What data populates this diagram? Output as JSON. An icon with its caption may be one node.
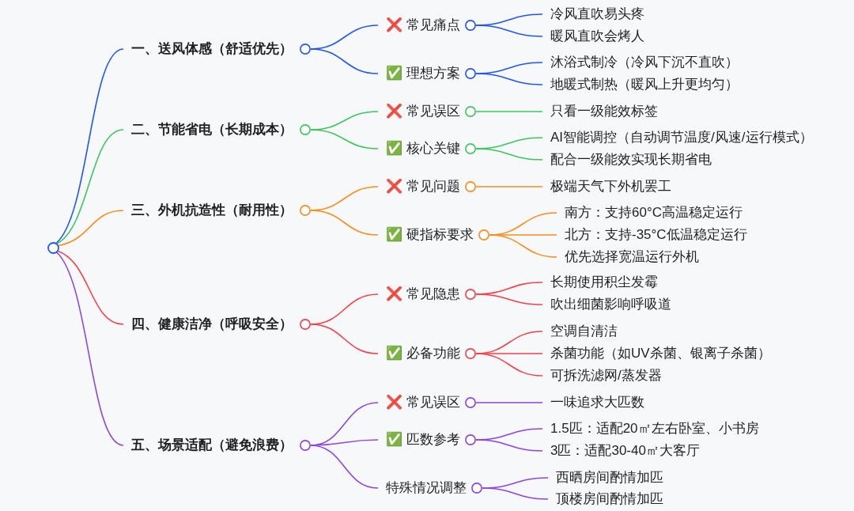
{
  "diagram": {
    "nodes": [
      {
        "text": [],
        "shape": "circle"
      },
      {
        "text": [
          "一、送风体感（舒适优先）"
        ]
      },
      {
        "text": [
          "❌ 常见痛点"
        ]
      },
      {
        "text": [
          "冷风直吹易头疼"
        ]
      },
      {
        "text": [
          "暖风直吹会烤人"
        ]
      },
      {
        "text": [
          "✅ 理想方案"
        ]
      },
      {
        "text": [
          "沐浴式制冷（冷风下沉不直吹）"
        ]
      },
      {
        "text": [
          "地暖式制热（暖风上升更均匀）"
        ]
      },
      {
        "text": [
          "二、节能省电（长期成本）"
        ]
      },
      {
        "text": [
          "❌ 常见误区"
        ]
      },
      {
        "text": [
          "只看一级能效标签"
        ]
      },
      {
        "text": [
          "✅ 核心关键"
        ]
      },
      {
        "text": [
          "AI智能调控（自动调节温度/风速/运行模式）"
        ]
      },
      {
        "text": [
          "配合一级能效实现长期省电"
        ]
      },
      {
        "text": [
          "三、外机抗造性（耐用性）"
        ]
      },
      {
        "text": [
          "❌ 常见问题"
        ]
      },
      {
        "text": [
          "极端天气下外机罢工"
        ]
      },
      {
        "text": [
          "✅ 硬指标要求"
        ]
      },
      {
        "text": [
          "南方：支持60°C高温稳定运行"
        ]
      },
      {
        "text": [
          "北方：支持-35°C低温稳定运行"
        ]
      },
      {
        "text": [
          "优先选择宽温运行外机"
        ]
      },
      {
        "text": [
          "四、健康洁净（呼吸安全）"
        ]
      },
      {
        "text": [
          "❌ 常见隐患"
        ]
      },
      {
        "text": [
          "长期使用积尘发霉"
        ]
      },
      {
        "text": [
          "吹出细菌影响呼吸道"
        ]
      },
      {
        "text": [
          "✅ 必备功能"
        ]
      },
      {
        "text": [
          "空调自清洁"
        ]
      },
      {
        "text": [
          "杀菌功能（如UV杀菌、银离子杀菌）"
        ]
      },
      {
        "text": [
          "可拆洗滤网/蒸发器"
        ]
      },
      {
        "text": [
          "五、场景适配（避免浪费）"
        ]
      },
      {
        "text": [
          "❌ 常见误区"
        ]
      },
      {
        "text": [
          "一味追求大匹数"
        ]
      },
      {
        "text": [
          "✅ 匹数参考"
        ]
      },
      {
        "text": [
          "1.5匹：适配20㎡左右卧室、小书房"
        ]
      },
      {
        "text": [
          "3匹：适配30-40㎡大客厅"
        ]
      },
      {
        "text": [
          "特殊情况调整"
        ]
      },
      {
        "text": [
          "西晒房间酌情加匹"
        ]
      },
      {
        "text": [
          "顶楼房间酌情加匹"
        ]
      }
    ],
    "edges": [
      {
        "from": 0,
        "to": 1,
        "arrow": "none",
        "color": "#1f55fb"
      },
      {
        "from": 1,
        "to": 2,
        "arrow": "none",
        "color": "#1f55fb"
      },
      {
        "from": 2,
        "to": 3,
        "arrow": "none",
        "color": "#1f55fb"
      },
      {
        "from": 2,
        "to": 4,
        "arrow": "none",
        "color": "#1f55fb"
      },
      {
        "from": 1,
        "to": 5,
        "arrow": "none",
        "color": "#1f55fb"
      },
      {
        "from": 5,
        "to": 6,
        "arrow": "none",
        "color": "#1f55fb"
      },
      {
        "from": 5,
        "to": 7,
        "arrow": "none",
        "color": "#1f55fb"
      },
      {
        "from": 0,
        "to": 8,
        "arrow": "none",
        "color": "#3cc75c"
      },
      {
        "from": 8,
        "to": 9,
        "arrow": "none",
        "color": "#3cc75c"
      },
      {
        "from": 9,
        "to": 10,
        "arrow": "none",
        "color": "#3cc75c"
      },
      {
        "from": 8,
        "to": 11,
        "arrow": "none",
        "color": "#3cc75c"
      },
      {
        "from": 11,
        "to": 12,
        "arrow": "none",
        "color": "#3cc75c"
      },
      {
        "from": 11,
        "to": 13,
        "arrow": "none",
        "color": "#3cc75c"
      },
      {
        "from": 0,
        "to": 14,
        "arrow": "none",
        "color": "#fb8c1e"
      },
      {
        "from": 14,
        "to": 15,
        "arrow": "none",
        "color": "#fb8c1e"
      },
      {
        "from": 15,
        "to": 16,
        "arrow": "none",
        "color": "#fb8c1e"
      },
      {
        "from": 14,
        "to": 17,
        "arrow": "none",
        "color": "#fb8c1e"
      },
      {
        "from": 17,
        "to": 18,
        "arrow": "none",
        "color": "#fb8c1e"
      },
      {
        "from": 17,
        "to": 19,
        "arrow": "none",
        "color": "#fb8c1e"
      },
      {
        "from": 17,
        "to": 20,
        "arrow": "none",
        "color": "#fb8c1e"
      },
      {
        "from": 0,
        "to": 21,
        "arrow": "none",
        "color": "#f5414b"
      },
      {
        "from": 21,
        "to": 22,
        "arrow": "none",
        "color": "#f5414b"
      },
      {
        "from": 22,
        "to": 23,
        "arrow": "none",
        "color": "#f5414b"
      },
      {
        "from": 22,
        "to": 24,
        "arrow": "none",
        "color": "#f5414b"
      },
      {
        "from": 21,
        "to": 25,
        "arrow": "none",
        "color": "#f5414b"
      },
      {
        "from": 25,
        "to": 26,
        "arrow": "none",
        "color": "#f5414b"
      },
      {
        "from": 25,
        "to": 27,
        "arrow": "none",
        "color": "#f5414b"
      },
      {
        "from": 25,
        "to": 28,
        "arrow": "none",
        "color": "#f5414b"
      },
      {
        "from": 0,
        "to": 29,
        "arrow": "none",
        "color": "#8b45e6"
      },
      {
        "from": 29,
        "to": 30,
        "arrow": "none",
        "color": "#8b45e6"
      },
      {
        "from": 30,
        "to": 31,
        "arrow": "none",
        "color": "#8b45e6"
      },
      {
        "from": 29,
        "to": 32,
        "arrow": "none",
        "color": "#8b45e6"
      },
      {
        "from": 32,
        "to": 33,
        "arrow": "none",
        "color": "#8b45e6"
      },
      {
        "from": 32,
        "to": 34,
        "arrow": "none",
        "color": "#8b45e6"
      },
      {
        "from": 29,
        "to": 35,
        "arrow": "none",
        "color": "#8b45e6"
      },
      {
        "from": 35,
        "to": 36,
        "arrow": "none",
        "color": "#8b45e6"
      },
      {
        "from": 35,
        "to": 37,
        "arrow": "none",
        "color": "#8b45e6"
      }
    ]
  }
}
